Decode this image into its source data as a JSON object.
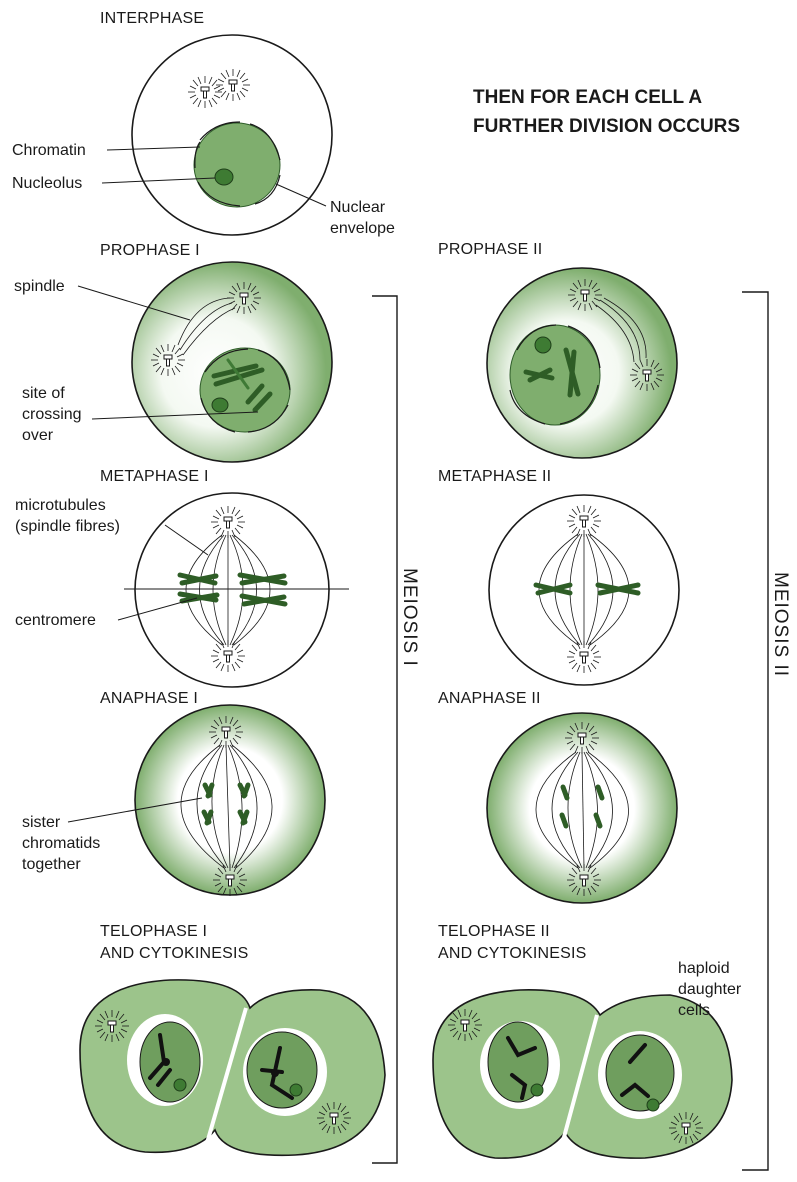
{
  "heading": {
    "line1": "THEN FOR EACH CELL A",
    "line2": "FURTHER DIVISION OCCURS"
  },
  "stages": {
    "interphase": "INTERPHASE",
    "prophase1": "PROPHASE I",
    "metaphase1": "METAPHASE I",
    "anaphase1": "ANAPHASE I",
    "telophase1_line1": "TELOPHASE I",
    "telophase1_line2": "AND CYTOKINESIS",
    "prophase2": "PROPHASE II",
    "metaphase2": "METAPHASE II",
    "anaphase2": "ANAPHASE II",
    "telophase2_line1": "TELOPHASE II",
    "telophase2_line2": "AND CYTOKINESIS"
  },
  "labels": {
    "chromatin": "Chromatin",
    "nucleolus": "Nucleolus",
    "nuclear_envelope_1": "Nuclear",
    "nuclear_envelope_2": "envelope",
    "spindle": "spindle",
    "crossing_1": "site of",
    "crossing_2": "crossing",
    "crossing_3": "over",
    "microtubules_1": "microtubules",
    "microtubules_2": "(spindle fibres)",
    "centromere": "centromere",
    "sister_1": "sister",
    "sister_2": "chromatids",
    "sister_3": "together",
    "haploid_1": "haploid",
    "haploid_2": "daughter",
    "haploid_3": "cells"
  },
  "brackets": {
    "meiosis1": "MEIOSIS I",
    "meiosis2": "MEIOSIS II"
  },
  "colors": {
    "cell_green": "#7fae6e",
    "nucleus_green": "#7fae6e",
    "chromosome_green": "#2e5d26",
    "telophase_cell": "#9cc48b"
  }
}
